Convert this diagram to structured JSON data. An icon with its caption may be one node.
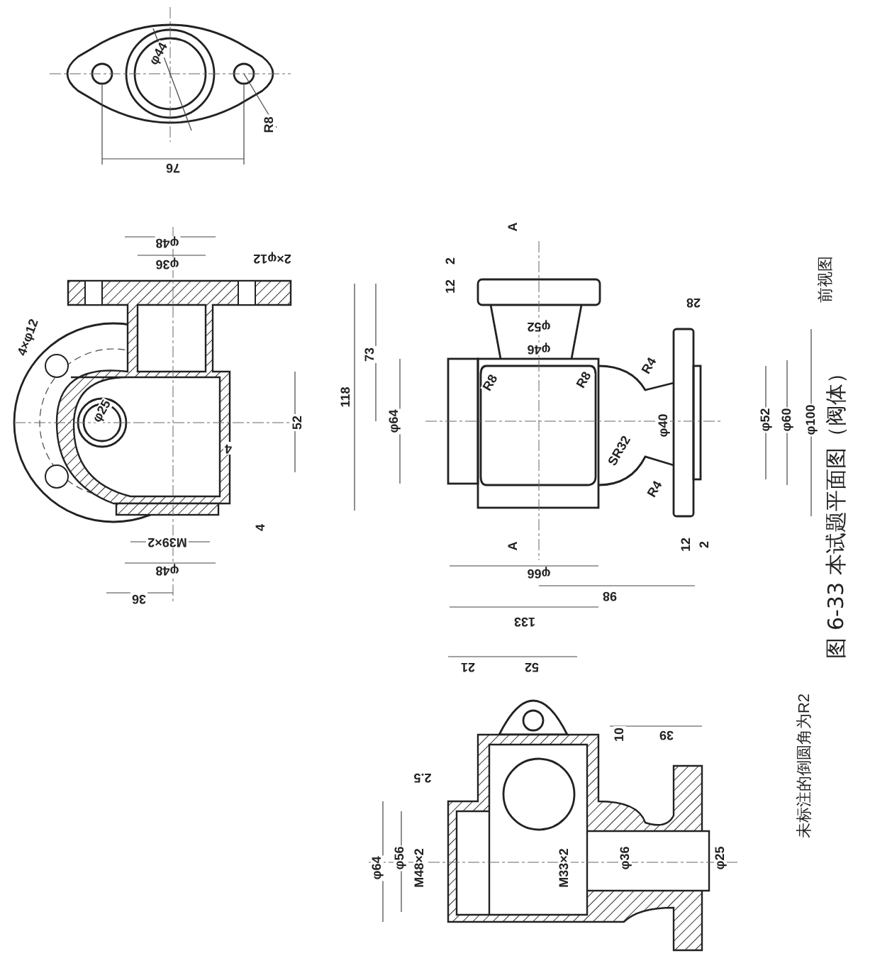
{
  "diagram": {
    "caption": "图 6-33 本试题平面图（阀体）",
    "labels": [
      "φ44",
      "R8",
      "76",
      "φ48",
      "φ36",
      "2×φ12",
      "4×φ12",
      "φ25",
      "52",
      "4",
      "4",
      "M39×2",
      "φ48",
      "36",
      "A",
      "2",
      "12",
      "118",
      "73",
      "φ52",
      "φ46",
      "R8",
      "R8",
      "R4",
      "28",
      "φ64",
      "φ40",
      "SR32",
      "R4",
      "φ52",
      "φ60",
      "φ100",
      "A",
      "12",
      "2",
      "φ66",
      "98",
      "133",
      "前视图",
      "21",
      "52",
      "10",
      "39",
      "2.5",
      "φ64",
      "φ56",
      "M48×2",
      "M33×2",
      "φ36",
      "φ25",
      "未标注的倒圆角为R2"
    ]
  }
}
